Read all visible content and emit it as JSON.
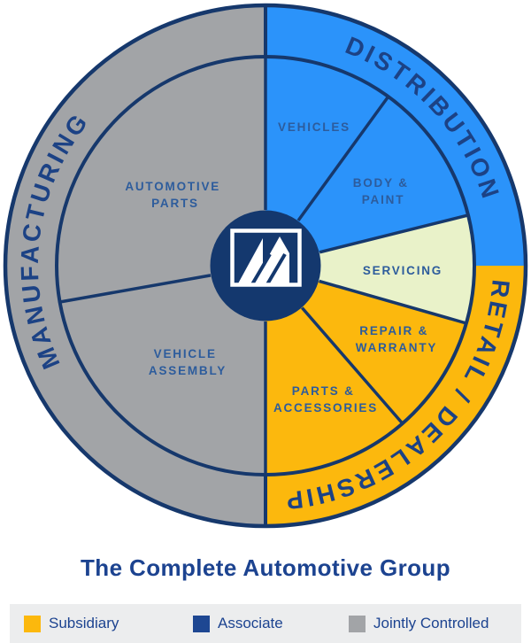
{
  "title": "The Complete Automotive Group",
  "wheel": {
    "center_logo_icon": "m-monogram-icon",
    "outer_sectors": [
      {
        "id": "distribution",
        "label": "DISTRIBUTION",
        "color": "#2B93FA"
      },
      {
        "id": "retail-dealership",
        "label": "RETAIL / DEALERSHIP",
        "color": "#FCB80D"
      },
      {
        "id": "manufacturing",
        "label": "MANUFACTURING",
        "color": "#A2A4A7"
      }
    ],
    "inner_sectors": [
      {
        "id": "vehicles",
        "lines": [
          "VEHICLES"
        ],
        "color": "#2B93FA"
      },
      {
        "id": "body-paint",
        "lines": [
          "BODY &",
          "PAINT"
        ],
        "color": "#2B93FA"
      },
      {
        "id": "servicing",
        "lines": [
          "SERVICING"
        ],
        "color": "#E9F2C9"
      },
      {
        "id": "repair-warranty",
        "lines": [
          "REPAIR &",
          "WARRANTY"
        ],
        "color": "#FCB80D"
      },
      {
        "id": "parts-accessories",
        "lines": [
          "PARTS &",
          "ACCESSORIES"
        ],
        "color": "#FCB80D"
      },
      {
        "id": "vehicle-assembly",
        "lines": [
          "VEHICLE",
          "ASSEMBLY"
        ],
        "color": "#A2A4A7"
      },
      {
        "id": "automotive-parts",
        "lines": [
          "AUTOMOTIVE",
          "PARTS"
        ],
        "color": "#A2A4A7"
      }
    ]
  },
  "legend": {
    "items": [
      {
        "label": "Subsidiary",
        "color": "#FCB80D"
      },
      {
        "label": "Associate",
        "color": "#1E4792"
      },
      {
        "label": "Jointly Controlled",
        "color": "#A2A4A7"
      }
    ]
  },
  "colors": {
    "navy_stroke": "#16386C",
    "center_circle": "#14386E",
    "ring_text": "#1C4285",
    "inner_label_text": "#2D5C9C",
    "heading_text": "#1C4390",
    "legend_background": "#ECEDEE",
    "page_background": "#FFFFFF"
  }
}
